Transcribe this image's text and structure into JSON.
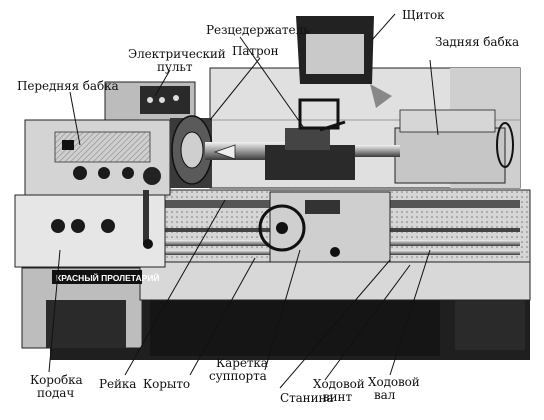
{
  "labels": {
    "rezcedertel": "Резцедержатель",
    "shchitok": "Щиток",
    "elektr_1": "Электрический",
    "elektr_2": "пульт",
    "patron": "Патрон",
    "zadnyaya": "Задняя бабка",
    "perednyaya": "Передняя бабка",
    "korobka_1": "Коробка",
    "korobka_2": "подач",
    "reika": "Рейка",
    "koryto": "Корыто",
    "karetka_1": "Каретка",
    "karetka_2": "суппорта",
    "stanina": "Станина",
    "vint_1": "Ходовой",
    "vint_2": "винт",
    "val_1": "Ходовой",
    "val_2": "вал"
  },
  "nameplate": "КРАСНЫЙ ПРОЛЕТАРИЙ"
}
